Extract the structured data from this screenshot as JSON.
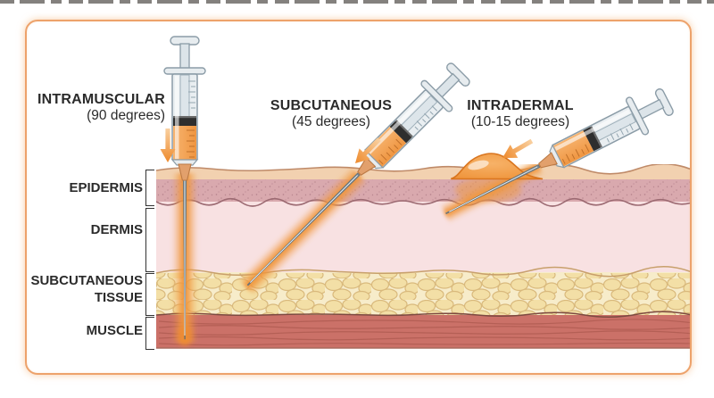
{
  "injections": [
    {
      "name": "INTRAMUSCULAR",
      "angle": "(90 degrees)"
    },
    {
      "name": "SUBCUTANEOUS",
      "angle": "(45 degrees)"
    },
    {
      "name": "INTRADERMAL",
      "angle": "(10-15 degrees)"
    }
  ],
  "layers": [
    {
      "label": "EPIDERMIS"
    },
    {
      "label": "DERMIS"
    },
    {
      "label": "SUBCUTANEOUS",
      "label_line2": "TISSUE"
    },
    {
      "label": "MUSCLE"
    }
  ],
  "colors": {
    "frame_border": "#eda26b",
    "label_text": "#2b2b2b",
    "accent_orange": "#ef8f33",
    "skin_surface": "#f2d1b0",
    "epidermis": "#d9a9ae",
    "dermis": "#f8e1e2",
    "subcutaneous": "#f7ecca",
    "muscle": "#cb7168"
  }
}
